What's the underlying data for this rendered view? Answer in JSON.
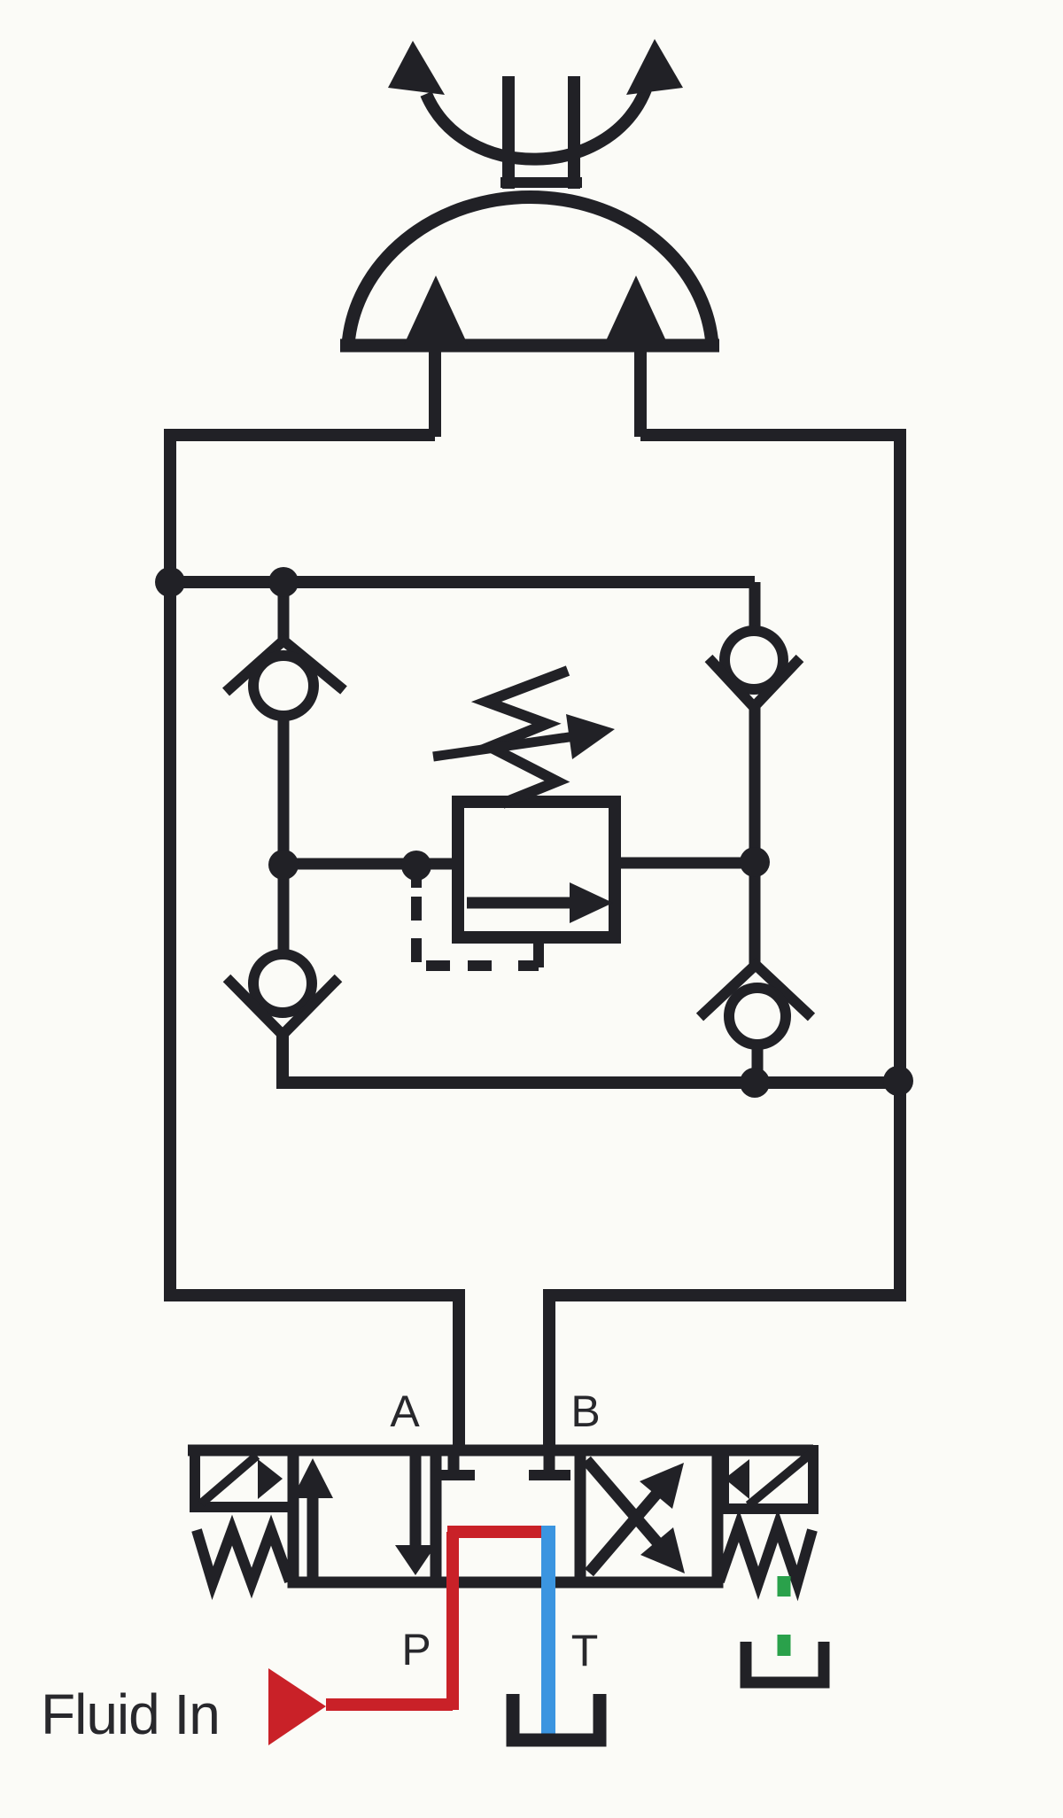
{
  "labels": {
    "port_a": "A",
    "port_b": "B",
    "port_p": "P",
    "port_t": "T",
    "fluid_in": "Fluid In"
  },
  "colors": {
    "line": "#212126",
    "text": "#28282c",
    "red": "#c92128",
    "blue": "#3b95e0",
    "green": "#2aa14b",
    "background": "#fbfbf7"
  },
  "components": {
    "motor": "bidirectional-hydraulic-motor",
    "check_valves": 4,
    "relief_valve": "adjustable-cross-port-relief-valve",
    "directional_valve": "4-way-3-position-solenoid-valve",
    "ports": [
      "A",
      "B",
      "P",
      "T"
    ],
    "tanks": 2
  }
}
